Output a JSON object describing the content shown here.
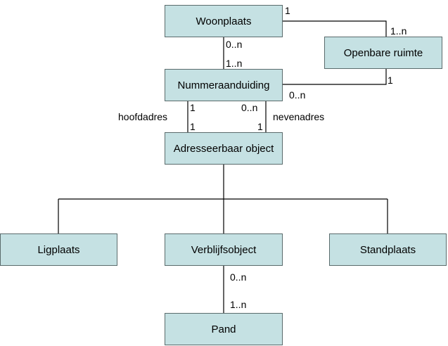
{
  "colors": {
    "box_fill": "#c5e1e3",
    "box_border": "#5a6b6c",
    "line": "#000000"
  },
  "entities": {
    "woonplaats": "Woonplaats",
    "openbare_ruimte": "Openbare ruimte",
    "nummeraanduiding": "Nummeraanduiding",
    "adresseerbaar_object": "Adresseerbaar object",
    "ligplaats": "Ligplaats",
    "verblijfsobject": "Verblijfsobject",
    "standplaats": "Standplaats",
    "pand": "Pand"
  },
  "relations": {
    "woon_or": {
      "woonplaats_end": "1",
      "openbare_ruimte_end": "1..n"
    },
    "woon_num": {
      "woonplaats_end": "0..n",
      "nummeraanduiding_end": "1..n"
    },
    "or_num": {
      "openbare_ruimte_end": "1",
      "nummeraanduiding_end": "0..n"
    },
    "hoofdadres": {
      "role": "hoofdadres",
      "nummeraanduiding_end": "1",
      "object_end": "1"
    },
    "nevenadres": {
      "role": "nevenadres",
      "nummeraanduiding_end": "0..n",
      "object_end": "1"
    },
    "vbo_pand": {
      "verblijfsobject_end": "0..n",
      "pand_end": "1..n"
    }
  }
}
